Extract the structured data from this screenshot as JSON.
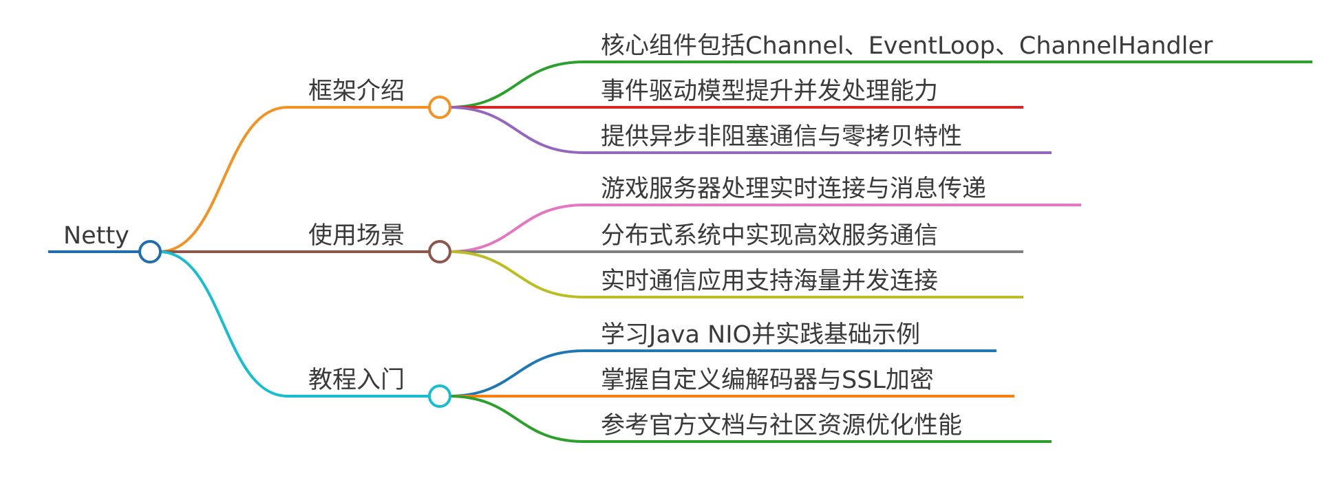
{
  "root": {
    "label": "Netty",
    "color": "#1f6fb0"
  },
  "branches": [
    {
      "label": "框架介绍",
      "color": "#f39222",
      "children": [
        {
          "label": "核心组件包括Channel、EventLoop、ChannelHandler",
          "color": "#2ca02c"
        },
        {
          "label": "事件驱动模型提升并发处理能力",
          "color": "#d62728"
        },
        {
          "label": "提供异步非阻塞通信与零拷贝特性",
          "color": "#9467bd"
        }
      ]
    },
    {
      "label": "使用场景",
      "color": "#8c564b",
      "children": [
        {
          "label": "游戏服务器处理实时连接与消息传递",
          "color": "#e377c2"
        },
        {
          "label": "分布式系统中实现高效服务通信",
          "color": "#7f7f7f"
        },
        {
          "label": "实时通信应用支持海量并发连接",
          "color": "#bcbd22"
        }
      ]
    },
    {
      "label": "教程入门",
      "color": "#17becf",
      "children": [
        {
          "label": "学习Java NIO并实践基础示例",
          "color": "#1f77b4"
        },
        {
          "label": "掌握自定义编解码器与SSL加密",
          "color": "#ff7f0e"
        },
        {
          "label": "参考官方文档与社区资源优化性能",
          "color": "#2ca02c"
        }
      ]
    }
  ]
}
